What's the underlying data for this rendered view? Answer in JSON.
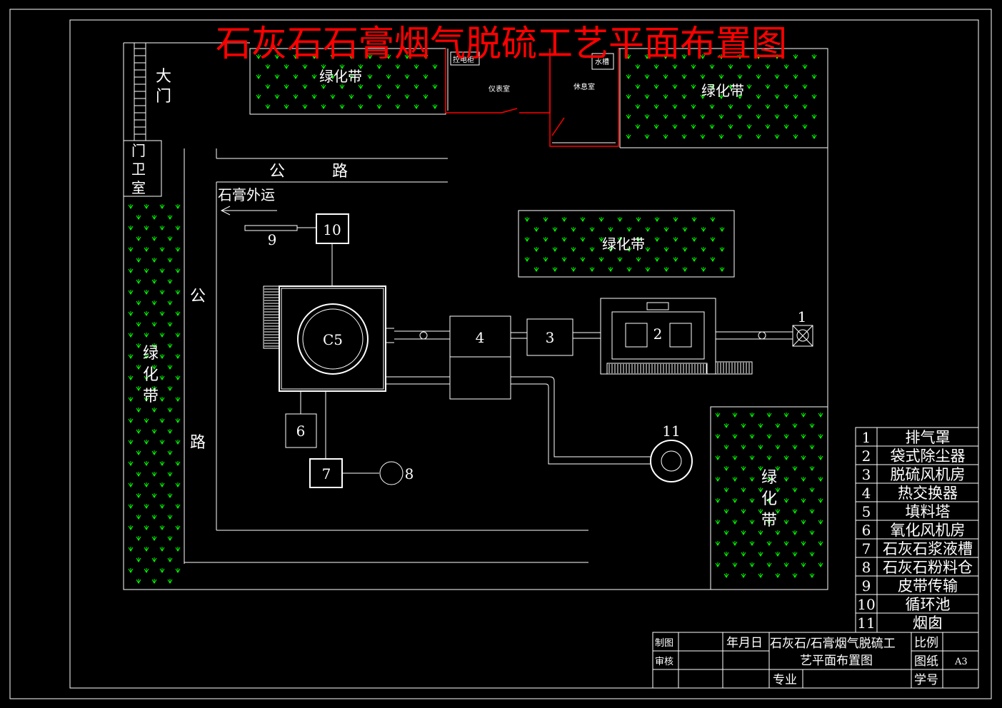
{
  "title": "石灰石石膏烟气脱硫工艺平面布置图",
  "colors": {
    "background": "#000000",
    "line": "#ffffff",
    "title": "#ff0000",
    "hatch": "#00ff00"
  },
  "gate": {
    "gate_label": [
      "大",
      "门"
    ],
    "guard_label": [
      "门",
      "卫",
      "室"
    ]
  },
  "green_belts": {
    "top_left": "绿化带",
    "top_right": "绿化带",
    "middle": "绿化带",
    "left_vertical": [
      "绿",
      "化",
      "带"
    ],
    "right_vertical": [
      "绿",
      "化",
      "带"
    ]
  },
  "rooms": {
    "control_cabinet": "控电柜",
    "instrument_room": "仪表室",
    "water_tank": "水槽",
    "rest_room": "休息室"
  },
  "roads": {
    "top_road": [
      "公",
      "路"
    ],
    "left_road": [
      "公",
      "路"
    ],
    "gypsum_label": "石膏外运"
  },
  "equipment_labels": {
    "n1": "1",
    "n2": "2",
    "n3": "3",
    "n4": "4",
    "n5": "C5",
    "n6": "6",
    "n7": "7",
    "n8": "8",
    "n9": "9",
    "n10": "10",
    "n11": "11"
  },
  "legend": [
    {
      "num": "1",
      "name": "排气罩"
    },
    {
      "num": "2",
      "name": "袋式除尘器"
    },
    {
      "num": "3",
      "name": "脱硫风机房"
    },
    {
      "num": "4",
      "name": "热交换器"
    },
    {
      "num": "5",
      "name": "填料塔"
    },
    {
      "num": "6",
      "name": "氧化风机房"
    },
    {
      "num": "7",
      "name": "石灰石浆液槽"
    },
    {
      "num": "8",
      "name": "石灰石粉料仓"
    },
    {
      "num": "9",
      "name": "皮带传输"
    },
    {
      "num": "10",
      "name": "循环池"
    },
    {
      "num": "11",
      "name": "烟囱"
    }
  ],
  "title_block": {
    "drawn": "制图",
    "date": "年月日",
    "check": "审核",
    "drawing_name_1": "石灰石/石膏烟气脱硫工",
    "drawing_name_2": "艺平面布置图",
    "scale": "比例",
    "sheet": "图纸",
    "sheet_size": "A3",
    "major": "专业",
    "student_no": "学号"
  }
}
